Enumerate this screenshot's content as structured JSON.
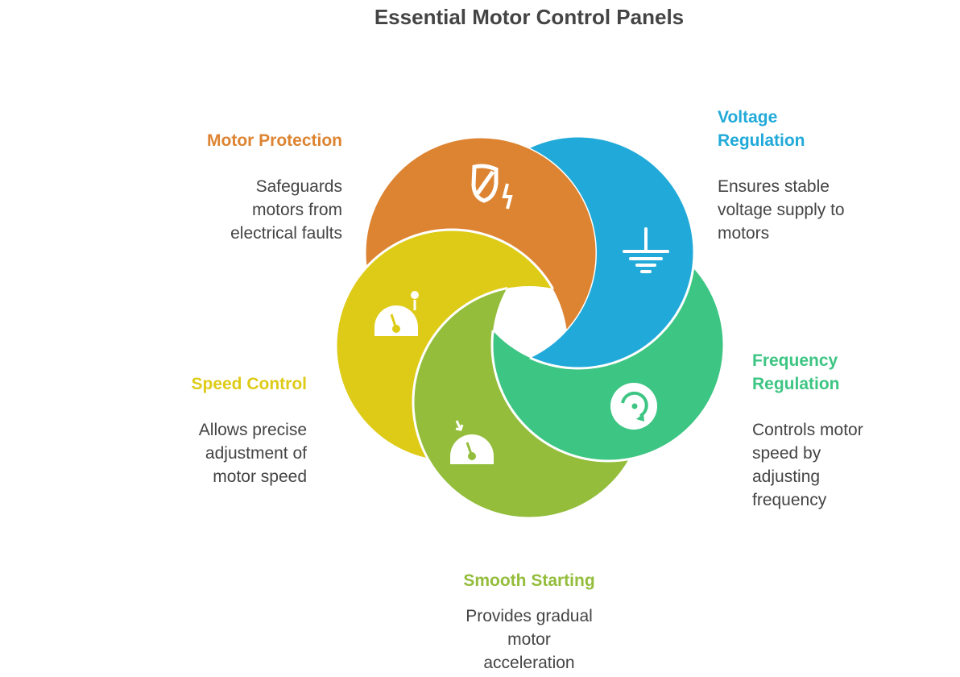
{
  "title": "Essential Motor Control Panels",
  "colors": {
    "orange": "#DD8432",
    "blue": "#21AAD9",
    "green": "#3DC583",
    "olive": "#93BD3B",
    "yellow": "#DECB17"
  },
  "items": [
    {
      "title": "Motor Protection",
      "body": [
        "Safeguards",
        "motors from",
        "electrical faults"
      ],
      "icon": "shield-bolt-icon"
    },
    {
      "title_lines": [
        "Voltage",
        "Regulation"
      ],
      "body": [
        "Ensures stable",
        "voltage supply to",
        "motors"
      ],
      "icon": "ground-icon"
    },
    {
      "title_lines": [
        "Frequency",
        "Regulation"
      ],
      "body": [
        "Controls motor",
        "speed by",
        "adjusting",
        "frequency"
      ],
      "icon": "rotate-dial-icon"
    },
    {
      "title": "Smooth Starting",
      "body": [
        "Provides gradual",
        "motor",
        "acceleration"
      ],
      "icon": "gauge-arrow-icon"
    },
    {
      "title": "Speed Control",
      "body": [
        "Allows precise",
        "adjustment of",
        "motor speed"
      ],
      "icon": "gauge-lever-icon"
    }
  ]
}
